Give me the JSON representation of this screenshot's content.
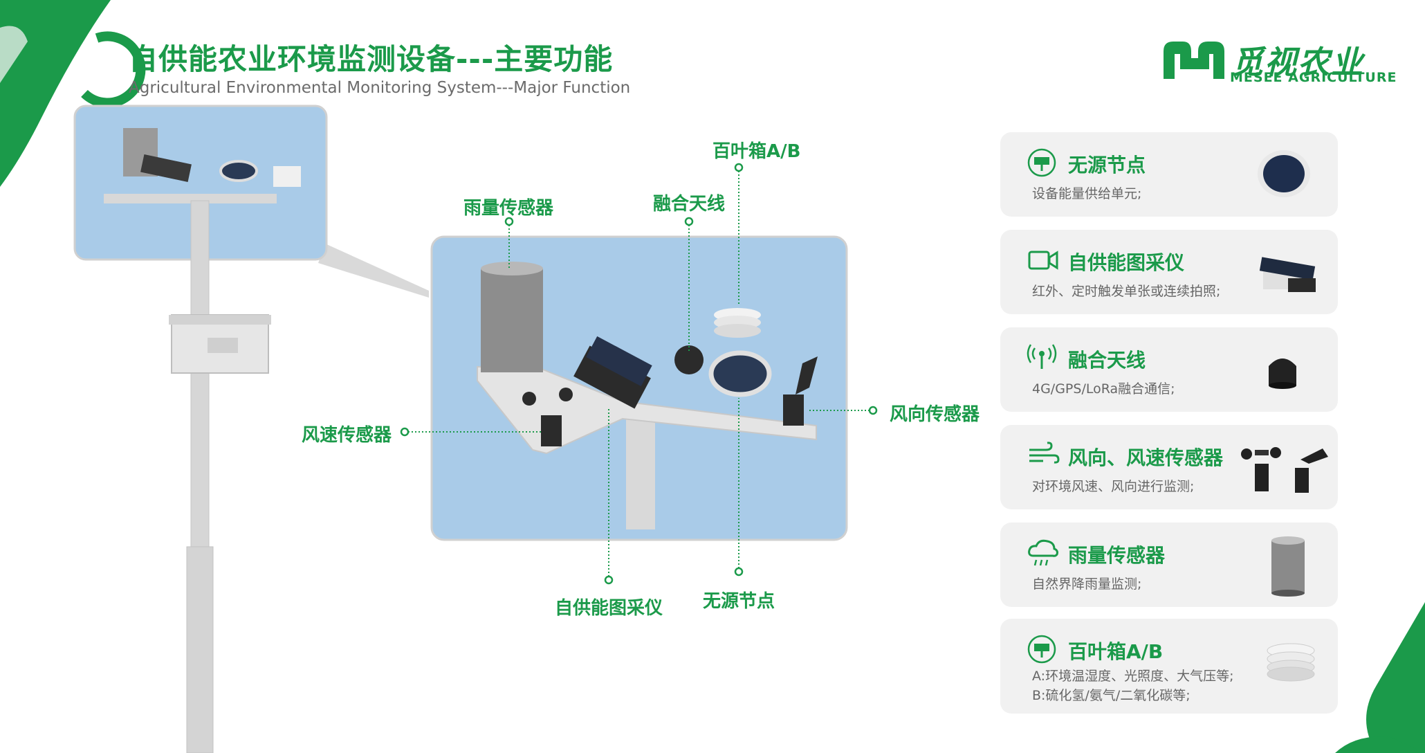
{
  "header": {
    "title": "自供能农业环境监测设备---主要功能",
    "subtitle": "Agricultural Environmental Monitoring System---Major Function"
  },
  "logo": {
    "name_cn": "觅视农业",
    "name_en": "MESEE AGRICULTURE",
    "icon": "mesee-logo-icon"
  },
  "callouts": {
    "rain_sensor": "雨量传感器",
    "fusion_antenna": "融合天线",
    "louver_box": "百叶箱A/B",
    "wind_direction": "风向传感器",
    "wind_speed": "风速传感器",
    "camera": "自供能图采仪",
    "passive_node": "无源节点"
  },
  "cards": [
    {
      "title": "无源节点",
      "desc": [
        "设备能量供给单元;"
      ],
      "icon": "solar-panel-icon"
    },
    {
      "title": "自供能图采仪",
      "desc": [
        "红外、定时触发单张或连续拍照;"
      ],
      "icon": "video-camera-icon"
    },
    {
      "title": "融合天线",
      "desc": [
        "4G/GPS/LoRa融合通信;"
      ],
      "icon": "antenna-icon"
    },
    {
      "title": "风向、风速传感器",
      "desc": [
        "对环境风速、风向进行监测;"
      ],
      "icon": "wind-icon"
    },
    {
      "title": "雨量传感器",
      "desc": [
        "自然界降雨量监测;"
      ],
      "icon": "rain-cloud-icon"
    },
    {
      "title": "百叶箱A/B",
      "desc": [
        "A:环境温湿度、光照度、大气压等;",
        "B:硫化氢/氨气/二氧化碳等;"
      ],
      "icon": "solar-panel-icon"
    }
  ],
  "colors": {
    "brand_green": "#1b9a4a",
    "sky_blue": "#a9cbe8",
    "card_bg": "#f1f1f1"
  }
}
